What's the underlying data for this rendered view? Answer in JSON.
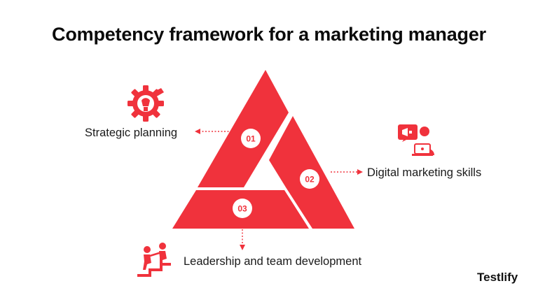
{
  "title": "Competency framework for a marketing manager",
  "accent_color": "#F0323C",
  "segments": [
    {
      "number": "01",
      "label": "Strategic planning",
      "icon": "gear-hand-icon"
    },
    {
      "number": "02",
      "label": "Digital marketing skills",
      "icon": "megaphone-person-laptop-icon"
    },
    {
      "number": "03",
      "label": "Leadership and team development",
      "icon": "people-climbing-stairs-icon"
    }
  ],
  "brand": "Testlify"
}
